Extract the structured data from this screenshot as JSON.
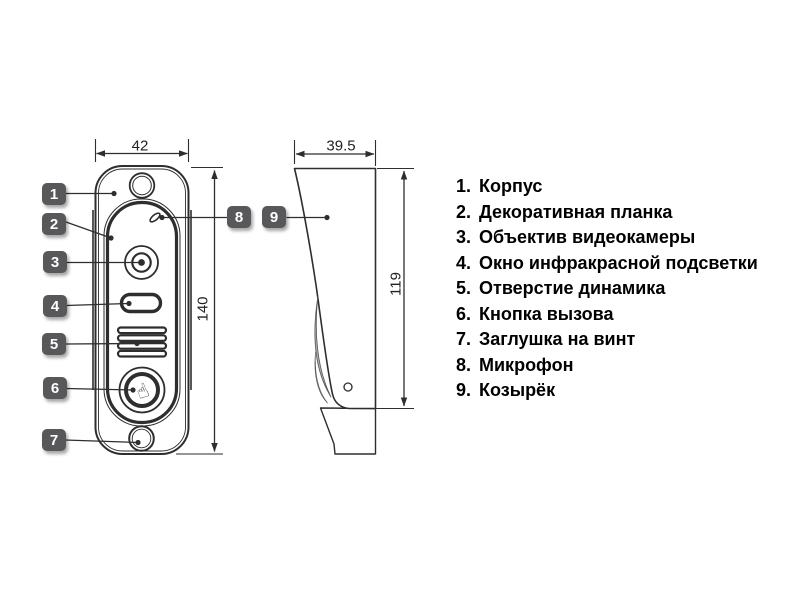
{
  "palette": {
    "line_color": "#2e2e2e",
    "callout_bg": "#58585a",
    "callout_text": "#ffffff",
    "background": "#ffffff",
    "bulge_shade": "#adadad"
  },
  "front_view": {
    "width_dim": "42",
    "height_dim": "140",
    "callouts": [
      "1",
      "2",
      "3",
      "4",
      "5",
      "6",
      "7"
    ],
    "mic_callout": "8",
    "call_button_glyph": "☝"
  },
  "side_view": {
    "width_dim": "39.5",
    "height_dim": "119",
    "visor_callout": "9"
  },
  "legend": {
    "items": [
      {
        "num": "1.",
        "text": "Корпус"
      },
      {
        "num": "2.",
        "text": "Декоративная планка"
      },
      {
        "num": "3.",
        "text": "Объектив видеокамеры"
      },
      {
        "num": "4.",
        "text": "Окно инфракрасной подсветки"
      },
      {
        "num": "5.",
        "text": "Отверстие динамика"
      },
      {
        "num": "6.",
        "text": "Кнопка вызова"
      },
      {
        "num": "7.",
        "text": "Заглушка на винт"
      },
      {
        "num": "8.",
        "text": "Микрофон"
      },
      {
        "num": "9.",
        "text": "Козырёк"
      }
    ]
  }
}
